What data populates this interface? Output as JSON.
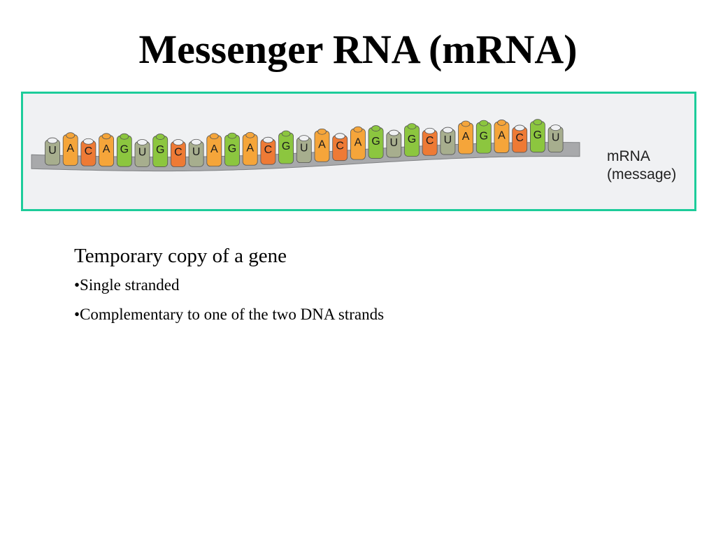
{
  "title": "Messenger RNA (mRNA)",
  "figure": {
    "strand_label_line1": "mRNA",
    "strand_label_line2": "(message)",
    "sequence": [
      "U",
      "A",
      "C",
      "A",
      "G",
      "U",
      "G",
      "C",
      "U",
      "A",
      "G",
      "A",
      "C",
      "G",
      "U",
      "A",
      "C",
      "A",
      "G",
      "U",
      "G",
      "C",
      "U",
      "A",
      "G",
      "A",
      "C",
      "G",
      "U"
    ],
    "base_colors": {
      "U": "#a7ae8e",
      "A": "#f5a53a",
      "C": "#ee7a35",
      "G": "#8cc63f"
    },
    "strand_color": "#a8a9ab"
  },
  "body": {
    "lead": "Temporary copy of a gene",
    "bullets": [
      "•Single stranded",
      "•Complementary to one of the two DNA strands"
    ]
  }
}
